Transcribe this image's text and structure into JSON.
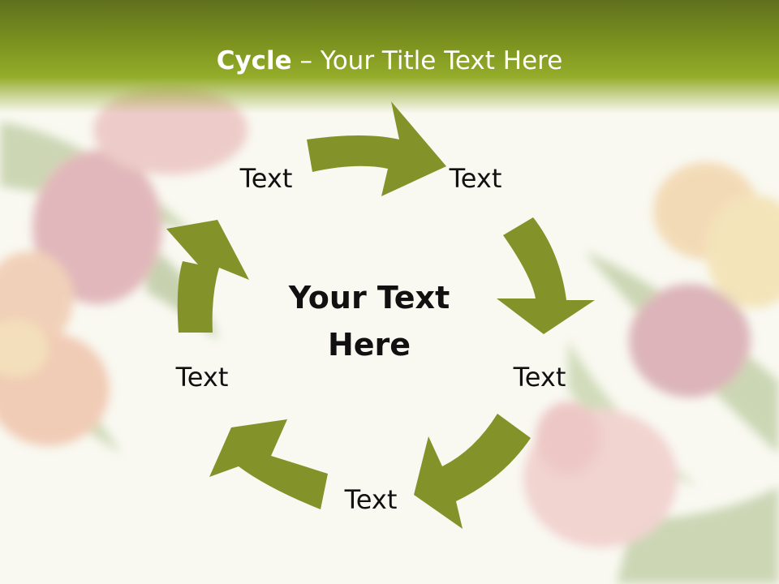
{
  "slide": {
    "title_strong": "Cycle",
    "title_rest": " – Your Title Text Here",
    "center_line1": "Your Text",
    "center_line2": "Here"
  },
  "cycle": {
    "nodes": [
      "Text",
      "Text",
      "Text",
      "Text",
      "Text"
    ],
    "arrow_color": "#84922a"
  },
  "colors": {
    "title_bar": "#7c931f",
    "background": "#f9f9f2"
  }
}
